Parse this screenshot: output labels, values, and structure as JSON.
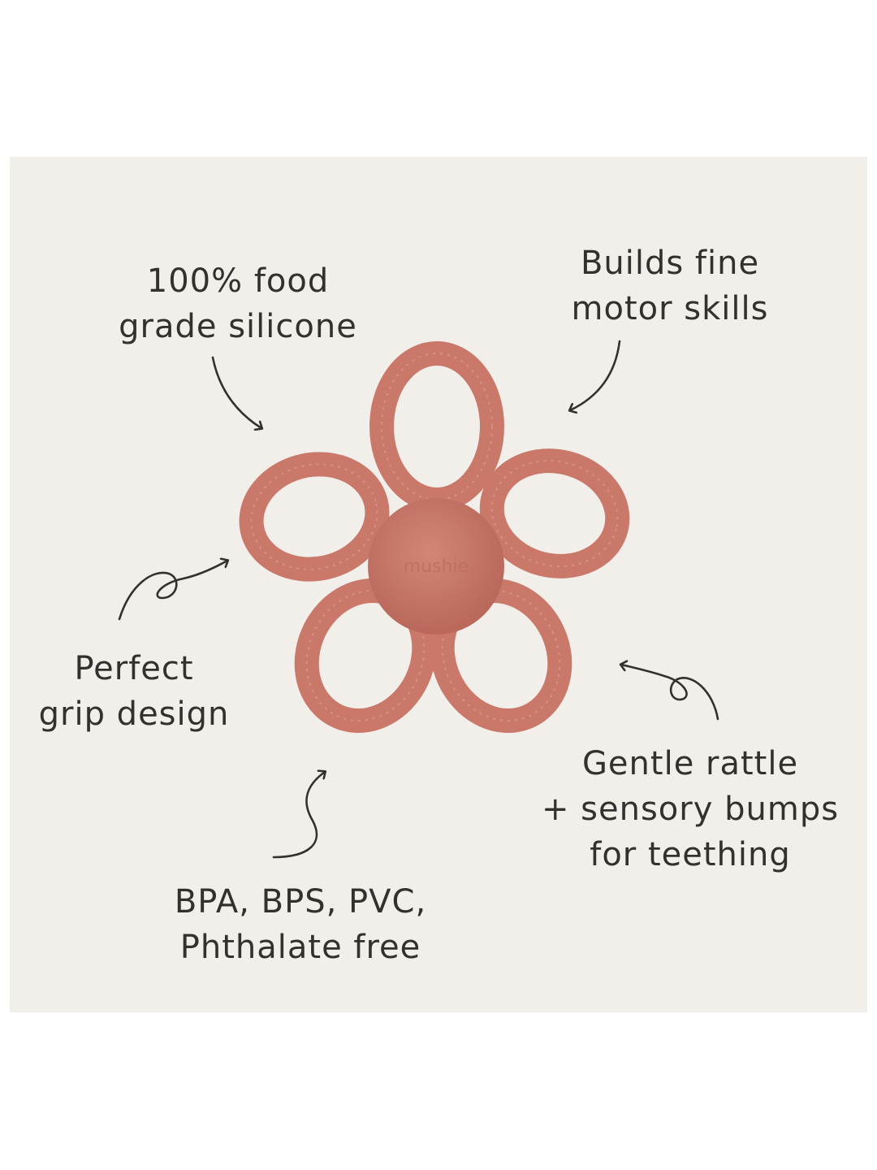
{
  "colors": {
    "background": "#f2efeb",
    "product": "#c9786a",
    "product_dark": "#b8665a",
    "text": "#33302d"
  },
  "product": {
    "brand_mark": "mushie",
    "icon": "flower-teether"
  },
  "callouts": {
    "silicone": {
      "line1": "100% food",
      "line2": "grade silicone"
    },
    "motor": {
      "line1": "Builds fine",
      "line2": "motor skills"
    },
    "grip": {
      "line1": "Perfect",
      "line2": "grip design"
    },
    "rattle": {
      "line1": "Gentle rattle",
      "line2": "+ sensory bumps",
      "line3": "for teething"
    },
    "free": {
      "line1": "BPA, BPS, PVC,",
      "line2": "Phthalate free"
    }
  }
}
